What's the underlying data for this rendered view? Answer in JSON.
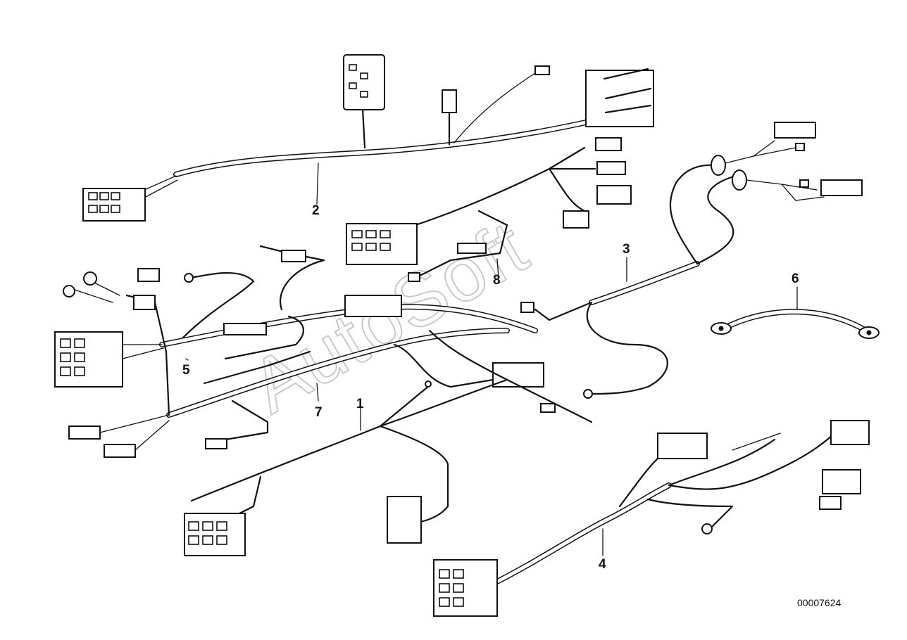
{
  "parts": [
    {
      "id": "part-1",
      "number": "1"
    },
    {
      "id": "part-2",
      "number": "2"
    },
    {
      "id": "part-3",
      "number": "3"
    },
    {
      "id": "part-4",
      "number": "4"
    },
    {
      "id": "part-5",
      "number": "5"
    },
    {
      "id": "part-6",
      "number": "6"
    },
    {
      "id": "part-7",
      "number": "7"
    },
    {
      "id": "part-8",
      "number": "8"
    }
  ],
  "watermark": "AutoSoft",
  "reference_number": "00007624"
}
